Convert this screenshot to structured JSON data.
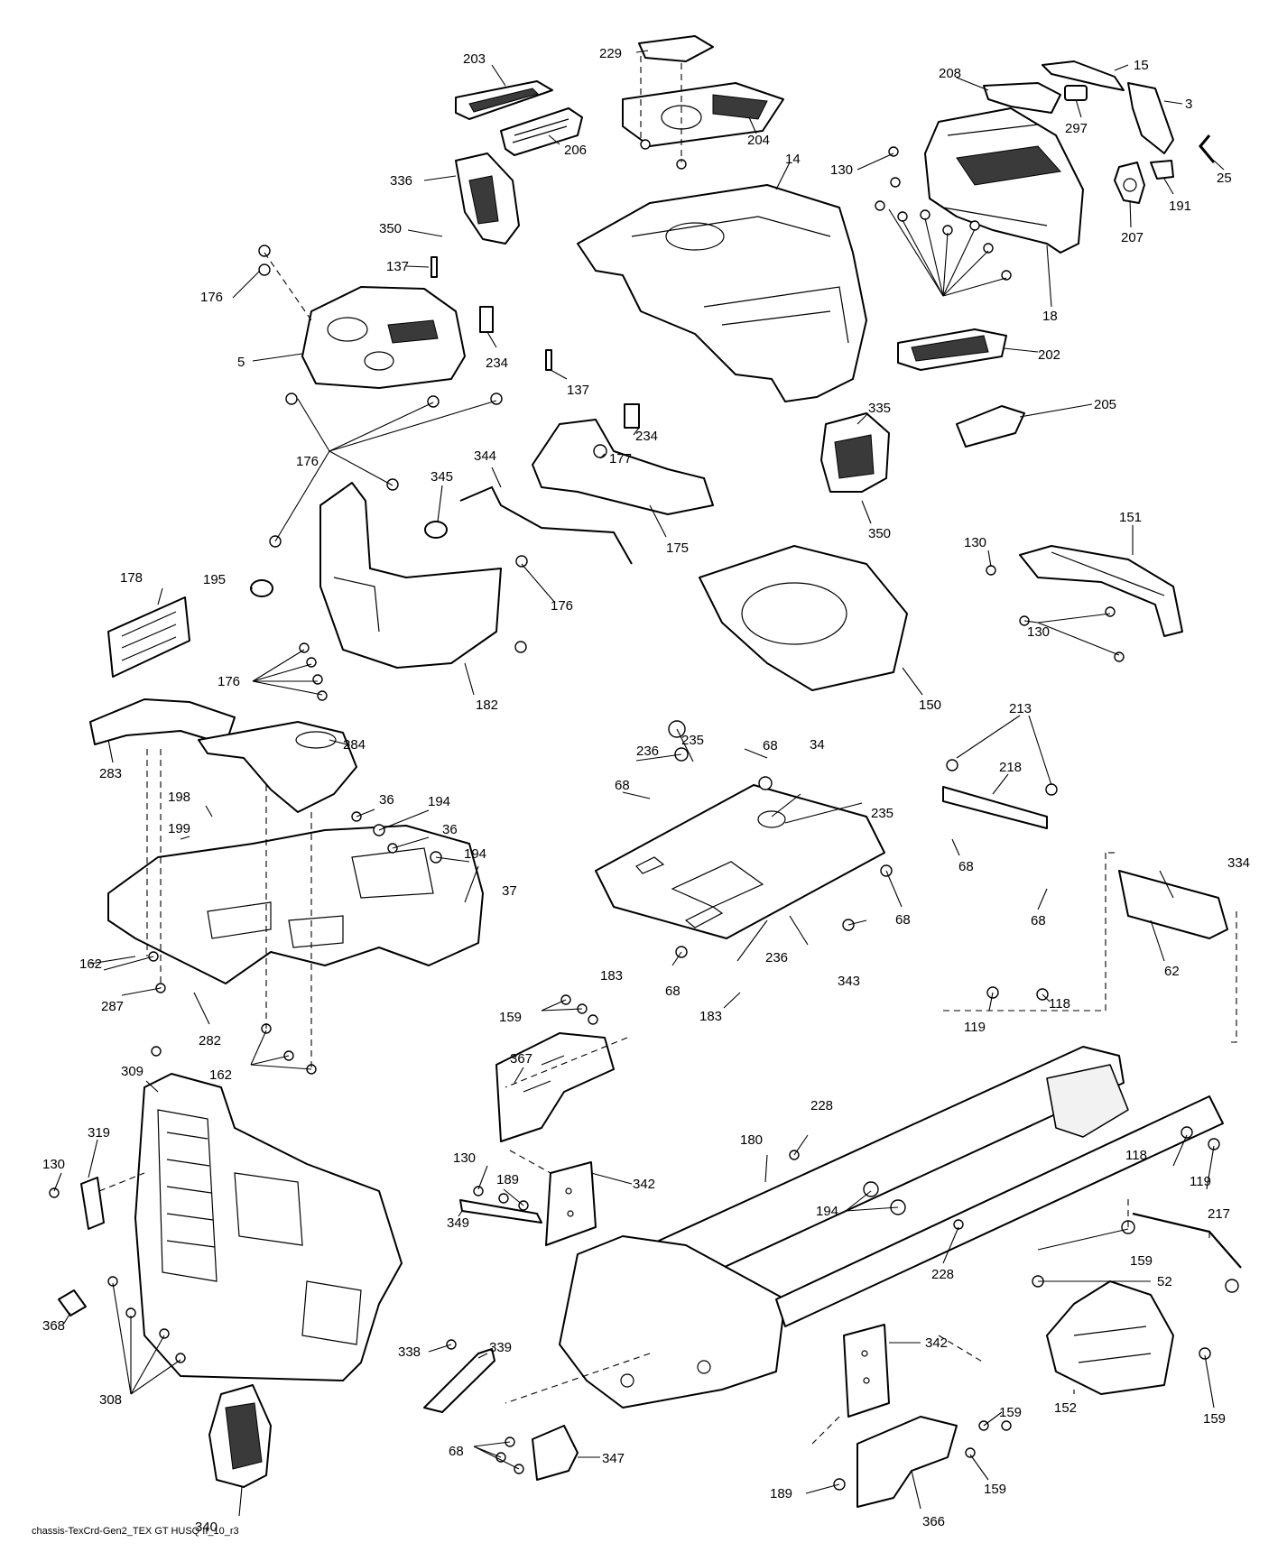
{
  "diagram": {
    "footer": "chassis-TexCrd-Gen2_TEX GT HUSQ II_10_r3",
    "labels": [
      "203",
      "229",
      "15",
      "208",
      "3",
      "297",
      "25",
      "191",
      "207",
      "206",
      "204",
      "14",
      "130",
      "18",
      "202",
      "205",
      "336",
      "350",
      "137",
      "176",
      "5",
      "234",
      "137",
      "177",
      "234",
      "344",
      "345",
      "175",
      "335",
      "350",
      "176",
      "178",
      "195",
      "182",
      "176",
      "176",
      "150",
      "130",
      "151",
      "130",
      "213",
      "218",
      "68",
      "68",
      "283",
      "284",
      "198",
      "36",
      "194",
      "36",
      "199",
      "194",
      "37",
      "236",
      "235",
      "68",
      "34",
      "68",
      "235",
      "183",
      "68",
      "236",
      "183",
      "343",
      "68",
      "334",
      "62",
      "162",
      "287",
      "282",
      "162",
      "159",
      "367",
      "118",
      "119",
      "228",
      "309",
      "319",
      "130",
      "130",
      "189",
      "342",
      "180",
      "118",
      "119",
      "194",
      "217",
      "52",
      "228",
      "349",
      "368",
      "159",
      "339",
      "338",
      "342",
      "308",
      "159",
      "152",
      "159",
      "68",
      "347",
      "340",
      "189",
      "366",
      "159"
    ]
  }
}
